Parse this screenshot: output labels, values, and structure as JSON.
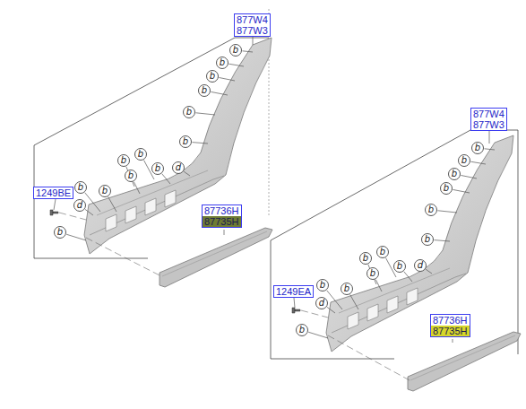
{
  "diagram": {
    "nodes": [
      {
        "text": [
          "877W4",
          "877W3"
        ]
      },
      {
        "text": [
          "b"
        ]
      },
      {
        "text": [
          "b"
        ]
      },
      {
        "text": [
          "b"
        ]
      },
      {
        "text": [
          "b"
        ]
      },
      {
        "text": [
          "b"
        ]
      },
      {
        "text": [
          "b"
        ]
      },
      {
        "text": [
          "b"
        ]
      },
      {
        "text": [
          "b"
        ]
      },
      {
        "text": [
          "b"
        ]
      },
      {
        "text": [
          "b"
        ]
      },
      {
        "text": [
          "d"
        ]
      },
      {
        "text": [
          "b"
        ]
      },
      {
        "text": [
          "b"
        ]
      },
      {
        "text": [
          "d"
        ]
      },
      {
        "text": [
          "b"
        ]
      },
      {
        "text": [
          "1249BE"
        ]
      },
      {
        "text": [
          "87736H",
          "87735H"
        ]
      },
      {
        "text": [
          "877W4",
          "877W3"
        ]
      },
      {
        "text": [
          "b"
        ]
      },
      {
        "text": [
          "b"
        ]
      },
      {
        "text": [
          "b"
        ]
      },
      {
        "text": [
          "b"
        ]
      },
      {
        "text": [
          "b"
        ]
      },
      {
        "text": [
          "b"
        ]
      },
      {
        "text": [
          "b"
        ]
      },
      {
        "text": [
          "b"
        ]
      },
      {
        "text": [
          "b"
        ]
      },
      {
        "text": [
          "b"
        ]
      },
      {
        "text": [
          "d"
        ]
      },
      {
        "text": [
          "b"
        ]
      },
      {
        "text": [
          "b"
        ]
      },
      {
        "text": [
          "d"
        ]
      },
      {
        "text": [
          "b"
        ]
      },
      {
        "text": [
          "1249EA"
        ]
      },
      {
        "text": [
          "87736H",
          "87735H"
        ]
      }
    ]
  }
}
